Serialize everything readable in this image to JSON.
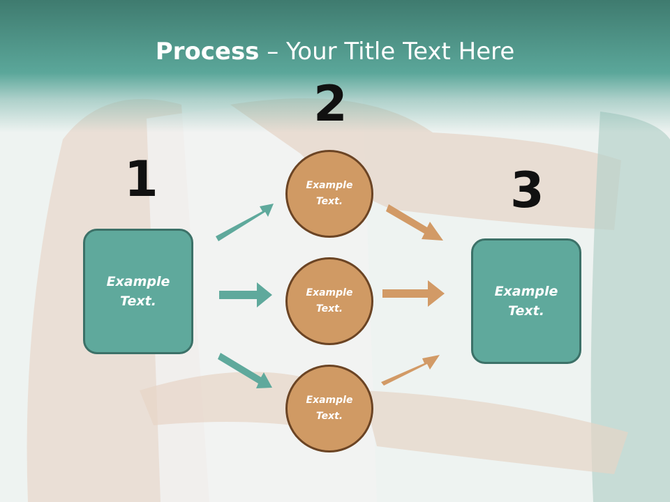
{
  "title": {
    "bold": "Process",
    "rest": " – Your Title Text Here"
  },
  "steps": {
    "n1": "1",
    "n2": "2",
    "n3": "3"
  },
  "left_box": {
    "line1": "Example",
    "line2": "Text."
  },
  "right_box": {
    "line1": "Example",
    "line2": "Text."
  },
  "circles": [
    {
      "line1": "Example",
      "line2": "Text."
    },
    {
      "line1": "Example",
      "line2": "Text."
    },
    {
      "line1": "Example",
      "line2": "Text."
    }
  ],
  "colors": {
    "teal": "#5fa99c",
    "teal_border": "#3c7168",
    "orange": "#d09a64",
    "orange_border": "#6b4424",
    "arrow_teal": "#5fa99c",
    "arrow_orange": "#d29a66"
  }
}
